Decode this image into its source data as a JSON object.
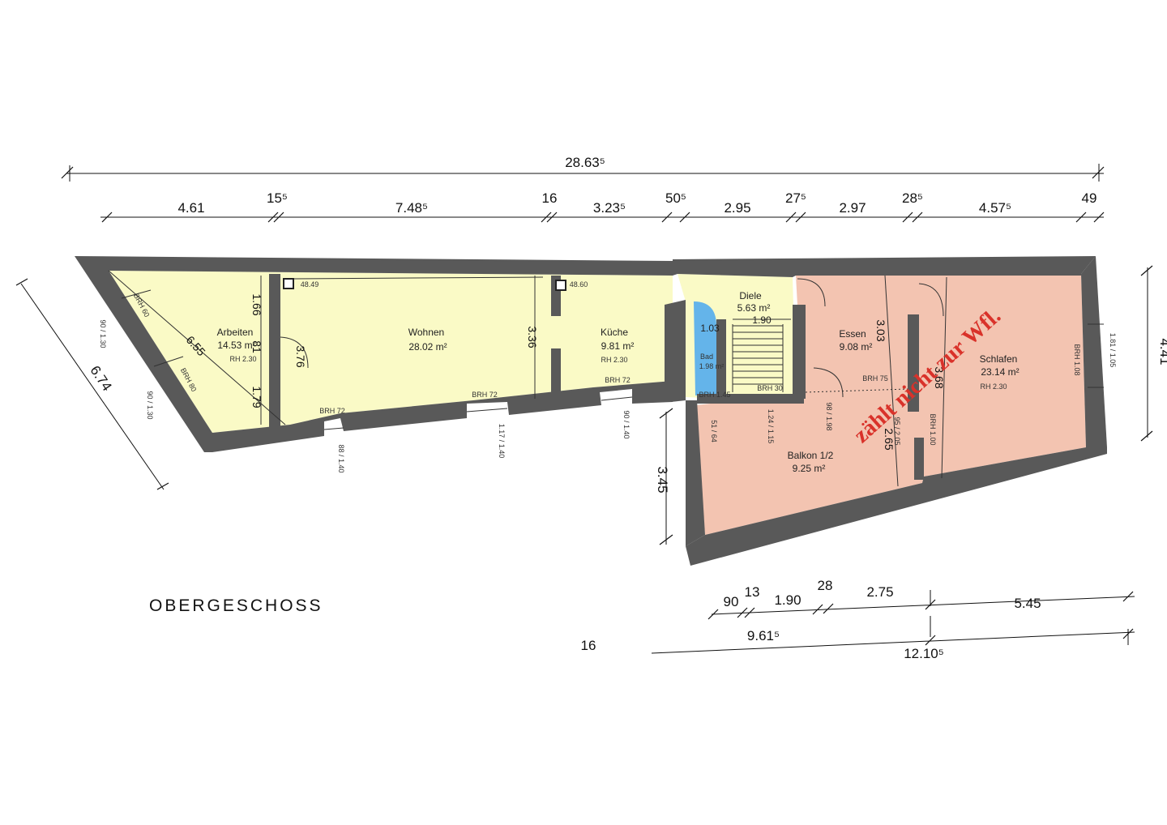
{
  "floor_label": "OBERGESCHOSS",
  "note": "zählt nicht zur Wfl.",
  "rooms": {
    "arbeiten": {
      "name": "Arbeiten",
      "area": "14.53 m²",
      "rh": "RH 2.30"
    },
    "wohnen": {
      "name": "Wohnen",
      "area": "28.02 m²"
    },
    "kueche": {
      "name": "Küche",
      "area": "9.81 m²",
      "rh": "RH 2.30"
    },
    "diele": {
      "name": "Diele",
      "area": "5.63 m²"
    },
    "bad": {
      "name": "Bad",
      "area": "1.98 m²"
    },
    "essen": {
      "name": "Essen",
      "area": "9.08 m²"
    },
    "schlafen": {
      "name": "Schlafen",
      "area": "23.14 m²",
      "rh": "RH 2.30"
    },
    "balkon": {
      "name": "Balkon 1/2",
      "area": "9.25 m²"
    }
  },
  "dimensions": {
    "overall_top": "28.63⁵",
    "top_segments": [
      "4.61",
      "15⁵",
      "7.48⁵",
      "16",
      "3.23⁵",
      "50⁵",
      "2.95",
      "27⁵",
      "2.97",
      "28⁵",
      "4.57⁵",
      "49"
    ],
    "left_diagonal": "6.74",
    "right_side": "4.41",
    "balcony_left": "3.45",
    "bottom_segments": [
      "90",
      "13",
      "1.90",
      "28",
      "2.75",
      "5.45"
    ],
    "bottom_total_1": "9.61⁵",
    "bottom_total_2": "12.10⁵",
    "bottom_misc": "16"
  },
  "inner_labels": {
    "arbeiten_diag": "6.55",
    "arbeiten_v1": "1.66",
    "arbeiten_v2": "81",
    "arbeiten_v3": "1.79",
    "door_376": "3.76",
    "wohnen_v": "3.36",
    "essen_v": "3.03",
    "schlafen_v": "3.68",
    "balkon_v": "2.65",
    "bad_w": "1.03",
    "diele_w": "1.90",
    "level_1": "48.49",
    "level_2": "48.60"
  },
  "sill_labels": {
    "brh60_a": "BRH 60",
    "brh60_b": "BRH 80",
    "brh72_a": "BRH 72",
    "brh72_b": "BRH 72",
    "brh72_c": "BRH 72",
    "brh145": "BRH 1.45",
    "brh30": "BRH 30",
    "brh75": "BRH 75",
    "brh108": "BRH 1.08",
    "brh100": "BRH 1.00",
    "win_a": "90 / 1.30",
    "win_b": "90 / 1.30",
    "win_c": "88 / 1.40",
    "win_d": "1.17 / 1.40",
    "win_e": "90 / 1.40",
    "win_f": "1.81 / 1.05",
    "win_g": "51 / 64",
    "win_h": "1.24 / 1.15",
    "win_i": "98 / 1.98",
    "win_j": "95 / 2.05"
  },
  "colors": {
    "wall": "#595959",
    "living": "#fafac6",
    "excluded": "#f3c4b1",
    "bath": "#64b4ea",
    "note": "#d9322a"
  }
}
